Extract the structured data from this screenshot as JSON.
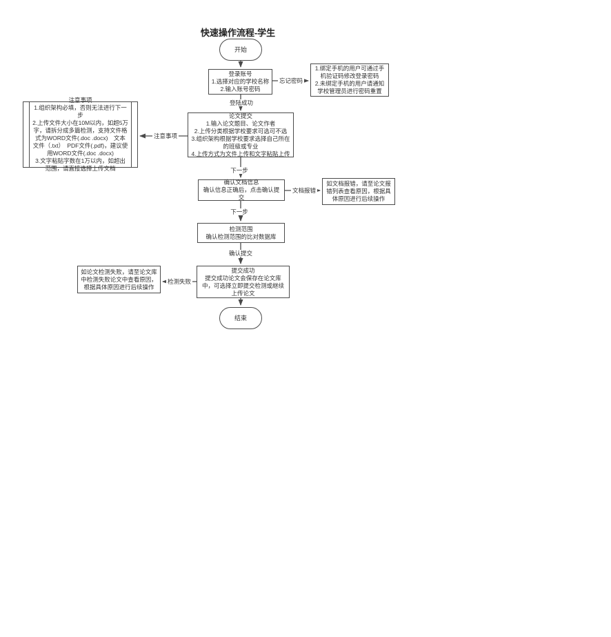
{
  "page": {
    "background": "#ffffff",
    "line_color": "#4a4a4a",
    "text_color": "#333333"
  },
  "title": "快速操作流程-学生",
  "nodes": {
    "start": {
      "label": "开始"
    },
    "login": {
      "title": "登录账号",
      "lines": [
        "1.选择对应的学校名称",
        "2.输入账号密码"
      ]
    },
    "forgot": {
      "lines": [
        "1.绑定手机的用户可通过手机验证码修改登录密码",
        "2.未绑定手机的用户请通知学校管理员进行密码重置"
      ]
    },
    "submit": {
      "title": "论文提交",
      "lines": [
        "1.输入论文题目、论文作者",
        "2.上传分类根据学校要求可选可不选",
        "3.组织架构根据学校要求选择自己所在的班级或专业",
        "4.上传方式为文件上传和文字粘贴上传"
      ]
    },
    "notice": {
      "title": "注意事项",
      "lines": [
        "1.组织架构必填，否则无法进行下一步",
        "2.上传文件大小在10M以内，如超5万字，请拆分成多篇检测，支持文件格式为WORD文件(.doc .docx)　文本文件（.txt）　PDF文件(.pdf)，建议使用WORD文件(.doc .docx)",
        "3.文字粘贴字数在1万以内，如超出范围，请直接选择上传文档"
      ]
    },
    "confirm_info": {
      "title": "确认文档信息",
      "lines": [
        "确认信息正确后，点击确认提交"
      ]
    },
    "report_error": {
      "lines": [
        "如文档报错，请至论文报错列表查看原因，根据具体原因进行后续操作"
      ]
    },
    "scope": {
      "title": "检测范围",
      "lines": [
        "确认检测范围的比对数据库"
      ]
    },
    "success": {
      "title": "提交成功",
      "lines": [
        "提交成功论文会保存在论文库中，可选择立即提交检测或继续上传论文"
      ]
    },
    "fail": {
      "lines": [
        "如论文检测失败，请至论文库中检测失败论文中查看原因，根据具体原因进行后续操作"
      ]
    },
    "end": {
      "label": "结束"
    }
  },
  "edge_labels": {
    "forgot_password": "忘记密码",
    "login_success": "登陆成功",
    "notice": "注意事项",
    "next_1": "下一步",
    "doc_error": "文档报错",
    "next_2": "下一步",
    "confirm_submit": "确认提交",
    "detect_fail": "检测失败"
  }
}
